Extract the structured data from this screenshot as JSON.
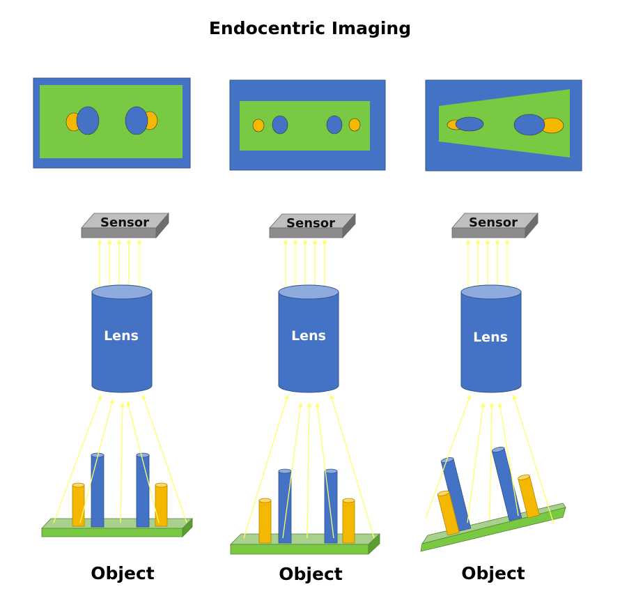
{
  "title": "Endocentric Imaging",
  "colors": {
    "frame": "#4472c4",
    "field": "#7ac943",
    "orange": "#f5b800",
    "sensor": "#8c8c8c",
    "ray": "#ffff66"
  },
  "panels": [
    {
      "sensor_label": "Sensor",
      "lens_label": "Lens",
      "object_label": "Object"
    },
    {
      "sensor_label": "Sensor",
      "lens_label": "Lens",
      "object_label": "Object"
    },
    {
      "sensor_label": "Sensor",
      "lens_label": "Lens",
      "object_label": "Object"
    }
  ]
}
